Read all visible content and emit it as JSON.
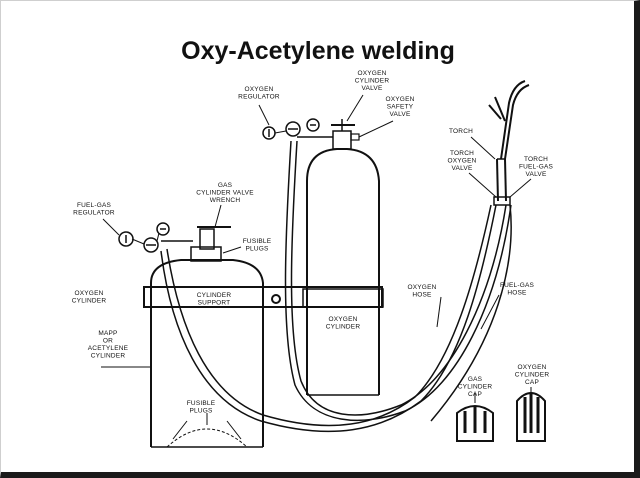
{
  "title": "Oxy-Acetylene welding",
  "labels": {
    "oxygen_cylinder_valve": [
      "OXYGEN",
      "CYLINDER",
      "VALVE"
    ],
    "oxygen_regulator": [
      "OXYGEN",
      "REGULATOR"
    ],
    "oxygen_safety_valve": [
      "OXYGEN",
      "SAFETY",
      "VALVE"
    ],
    "torch": [
      "TORCH"
    ],
    "torch_oxygen_valve": [
      "TORCH",
      "OXYGEN",
      "VALVE"
    ],
    "torch_fuel_gas_valve": [
      "TORCH",
      "FUEL-GAS",
      "VALVE"
    ],
    "gas_cylinder_valve_wrench": [
      "GAS",
      "CYLINDER VALVE",
      "WRENCH"
    ],
    "fuel_gas_regulator": [
      "FUEL-GAS",
      "REGULATOR"
    ],
    "fusible_plugs_top": [
      "FUSIBLE",
      "PLUGS"
    ],
    "oxygen_cylinder_left": [
      "OXYGEN",
      "CYLINDER"
    ],
    "cylinder_support": [
      "CYLINDER",
      "SUPPORT"
    ],
    "oxygen_hose": [
      "OXYGEN",
      "HOSE"
    ],
    "fuel_gas_hose": [
      "FUEL-GAS",
      "HOSE"
    ],
    "oxygen_cylinder_center": [
      "OXYGEN",
      "CYLINDER"
    ],
    "mapp_cylinder": [
      "MAPP",
      "OR",
      "ACETYLENE",
      "CYLINDER"
    ],
    "fusible_plugs_bottom": [
      "FUSIBLE",
      "PLUGS"
    ],
    "gas_cylinder_cap": [
      "GAS",
      "CYLINDER",
      "CAP"
    ],
    "oxygen_cylinder_cap": [
      "OXYGEN",
      "CYLINDER",
      "CAP"
    ]
  }
}
